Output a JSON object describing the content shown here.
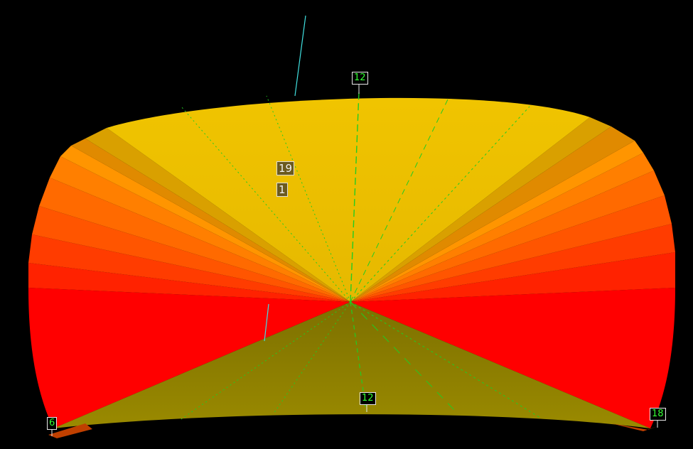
{
  "scene": {
    "background": "#000000",
    "colors": {
      "red": "#ff0000",
      "orange": "#ff6600",
      "amber": "#ff8c00",
      "gold": "#e6b800",
      "yellow": "#ebbd00",
      "olive": "#8b7d00",
      "guide_green": "#22cc22",
      "cyan_line": "#40e0e0"
    },
    "hour_labels": {
      "top_12": "12",
      "bottom_12": "12",
      "left_6": "6",
      "right_18": "18"
    },
    "marker_labels": {
      "marker_19": "19",
      "marker_1": "1"
    }
  }
}
